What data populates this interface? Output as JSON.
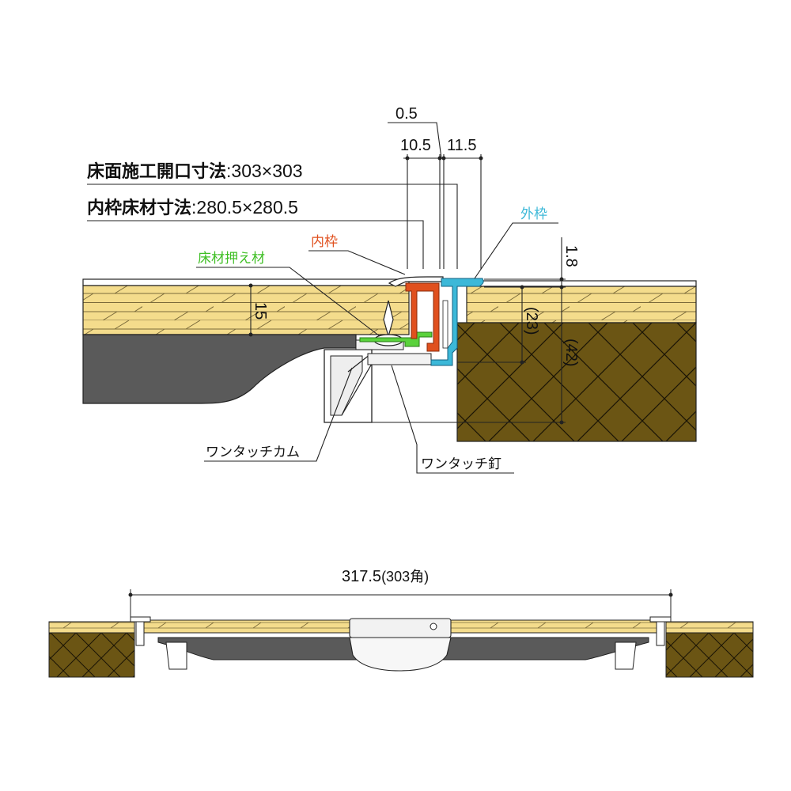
{
  "dimensions": {
    "d05": "0.5",
    "d105": "10.5",
    "d115": "11.5",
    "d18": "1.8",
    "d15": "15",
    "d23": "(23)",
    "d42": "(42)",
    "overall": "317.5",
    "overall_note": "(303角)"
  },
  "specs": {
    "opening_label": "床面施工開口寸法",
    "opening_value": ":303×303",
    "inner_label": "内枠床材寸法",
    "inner_value": ":280.5×280.5"
  },
  "parts": {
    "outer_frame": "外枠",
    "inner_frame": "内枠",
    "floor_retainer": "床材押え材",
    "cam": "ワンタッチカム",
    "nail": "ワンタッチ釘"
  },
  "colors": {
    "outer_frame": "#3cb8d8",
    "inner_frame": "#e0501e",
    "floor_retainer": "#5ad23c",
    "wood": "#f4dc8c",
    "subfloor": "#6b5514",
    "cavity": "#5a5a5a"
  }
}
